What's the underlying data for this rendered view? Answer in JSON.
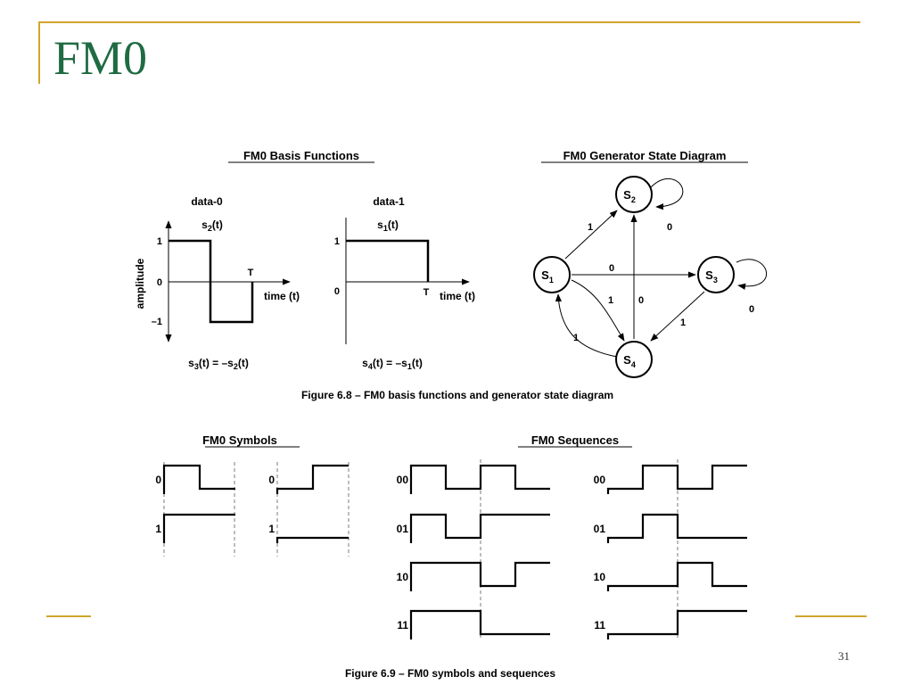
{
  "slide": {
    "title": "FM0",
    "page_number": "31"
  },
  "colors": {
    "title": "#1f6b43",
    "accent": "#d1a52c",
    "ink": "#000000",
    "dash": "#9a9a9a"
  },
  "fig68": {
    "basis": {
      "heading": "FM0 Basis Functions",
      "y_axis_label": "amplitude",
      "time_label": "time (t)",
      "period_label": "T",
      "panel0": {
        "label": "data-0",
        "func": "s",
        "func_sub": "2",
        "func_rest": "(t)",
        "tick_top": "1",
        "tick_mid": "0",
        "tick_bot": "–1"
      },
      "panel1": {
        "label": "data-1",
        "func": "s",
        "func_sub": "1",
        "func_rest": "(t)",
        "tick_top": "1",
        "tick_mid": "0"
      },
      "eq0": {
        "a": "s",
        "a_sub": "3",
        "b": "(t) = –s",
        "b_sub": "2",
        "c": "(t)"
      },
      "eq1": {
        "a": "s",
        "a_sub": "4",
        "b": "(t) = –s",
        "b_sub": "1",
        "c": "(t)"
      }
    },
    "state_diagram": {
      "heading": "FM0 Generator State Diagram",
      "state_letter": "S",
      "states": [
        "1",
        "2",
        "3",
        "4"
      ],
      "transitions": [
        {
          "from": "S1",
          "to": "S2",
          "label": "1"
        },
        {
          "from": "S2",
          "to": "S2",
          "label": "0"
        },
        {
          "from": "S1",
          "to": "S3",
          "label": "0"
        },
        {
          "from": "S3",
          "to": "S3",
          "label": "0"
        },
        {
          "from": "S1",
          "to": "S4",
          "label": "1"
        },
        {
          "from": "S4",
          "to": "S2",
          "label": "0"
        },
        {
          "from": "S3",
          "to": "S4",
          "label": "1"
        },
        {
          "from": "S4",
          "to": "S1",
          "label": "1"
        }
      ]
    },
    "caption": "Figure 6.8 – FM0 basis functions and generator state diagram"
  },
  "fig69": {
    "symbols_heading": "FM0 Symbols",
    "sequences_heading": "FM0 Sequences",
    "symbols": [
      {
        "label": "0",
        "levels": [
          1,
          1,
          0,
          0
        ]
      },
      {
        "label": "0",
        "levels": [
          0,
          0,
          1,
          1
        ]
      },
      {
        "label": "1",
        "levels": [
          1,
          1,
          1,
          1
        ]
      },
      {
        "label": "1",
        "levels": [
          0,
          0,
          0,
          0
        ]
      }
    ],
    "sequences_left": [
      {
        "label": "00",
        "levels": [
          1,
          0,
          1,
          0
        ]
      },
      {
        "label": "01",
        "levels": [
          1,
          0,
          1,
          1
        ]
      },
      {
        "label": "10",
        "levels": [
          1,
          1,
          0,
          1
        ]
      },
      {
        "label": "11",
        "levels": [
          1,
          1,
          0,
          0
        ]
      }
    ],
    "sequences_right": [
      {
        "label": "00",
        "levels": [
          0,
          1,
          0,
          1
        ]
      },
      {
        "label": "01",
        "levels": [
          0,
          1,
          0,
          0
        ]
      },
      {
        "label": "10",
        "levels": [
          0,
          0,
          1,
          0
        ]
      },
      {
        "label": "11",
        "levels": [
          0,
          0,
          1,
          1
        ]
      }
    ],
    "caption": "Figure 6.9 – FM0 symbols and sequences"
  }
}
